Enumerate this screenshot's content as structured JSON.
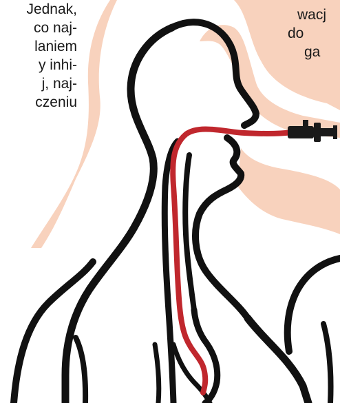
{
  "text": {
    "left_column": [
      "Jednak,",
      "co naj-",
      "laniem",
      "y inhi-",
      "j, naj-",
      "czeniu"
    ],
    "right_column": [
      "wacj",
      "do",
      "ga"
    ]
  },
  "colors": {
    "body_outline": "#111111",
    "skin_shadow": "#f8d2bd",
    "tube": "#c0272d",
    "syringe": "#1a1a1a"
  }
}
